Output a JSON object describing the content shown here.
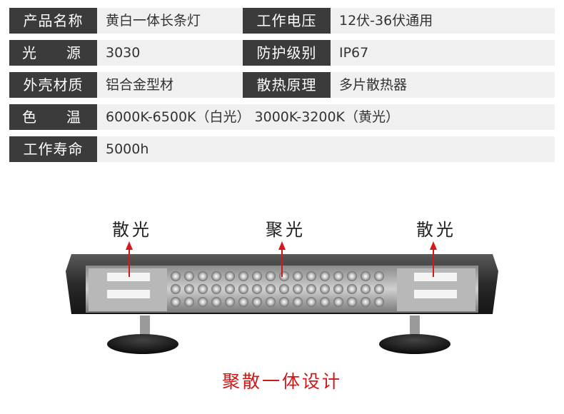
{
  "specs": [
    [
      {
        "label": "产品名称",
        "value": "黄白一体长条灯"
      },
      {
        "label": "工作电压",
        "value": "12伏-36伏通用"
      }
    ],
    [
      {
        "label": "光 源",
        "value": "3030"
      },
      {
        "label": "防护级别",
        "value": "IP67"
      }
    ],
    [
      {
        "label": "外壳材质",
        "value": "铝合金型材"
      },
      {
        "label": "散热原理",
        "value": "多片散热器"
      }
    ],
    [
      {
        "label": "色 温",
        "value": "6000K-6500K（白光） 3000K-3200K（黄光）"
      }
    ],
    [
      {
        "label": "工作寿命",
        "value": "5000h"
      }
    ]
  ],
  "labels": {
    "row1_a": "产品名称",
    "row1_av": "黄白一体长条灯",
    "row1_b": "工作电压",
    "row1_bv": "12伏-36伏通用",
    "row2_a1": "光",
    "row2_a2": "源",
    "row2_av": "3030",
    "row2_b": "防护级别",
    "row2_bv": "IP67",
    "row3_a": "外壳材质",
    "row3_av": "铝合金型材",
    "row3_b": "散热原理",
    "row3_bv": "多片散热器",
    "row4_a1": "色",
    "row4_a2": "温",
    "row4_av": "6000K-6500K（白光） 3000K-3200K（黄光）",
    "row5_a": "工作寿命",
    "row5_av": "5000h"
  },
  "callouts": {
    "left": "散光",
    "center": "聚光",
    "right": "散光"
  },
  "caption": "聚散一体设计",
  "colors": {
    "label_bg": "#3b3b3b",
    "row_bg": "#f0f0f0",
    "accent_red": "#d21a1a"
  }
}
